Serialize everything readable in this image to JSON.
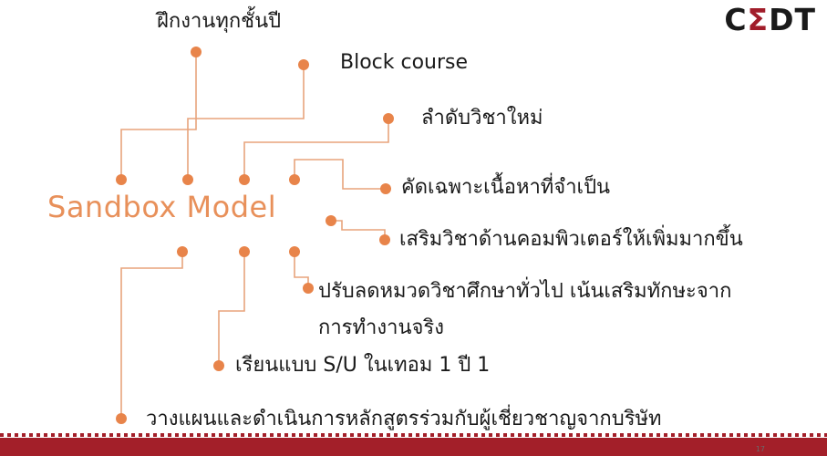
{
  "logo": {
    "pre": "C",
    "sigma": "Σ",
    "post": "DT"
  },
  "center": "Sandbox Model",
  "branches": {
    "b1": "ฝึกงานทุกชั้นปี",
    "b2": "Block course",
    "b3": "ลำดับวิชาใหม่",
    "b4": "คัดเฉพาะเนื้อหาที่จำเป็น",
    "b5": "เสริมวิชาด้านคอมพิวเตอร์ให้เพิ่มมากขึ้น",
    "b6_line1": "ปรับลดหมวดวิชาศึกษาทั่วไป เน้นเสริมทักษะจาก",
    "b6_line2": "การทำงานจริง",
    "b7": "เรียนแบบ S/U ในเทอม 1 ปี 1",
    "b8": "วางแผนและดำเนินการหลักสูตรร่วมกับผู้เชี่ยวชาญจากบริษัท"
  },
  "page_number": "17",
  "colors": {
    "accent": "#e8905a",
    "line": "#e8a47c",
    "dot": "#e8844a",
    "brand": "#a31f29"
  }
}
